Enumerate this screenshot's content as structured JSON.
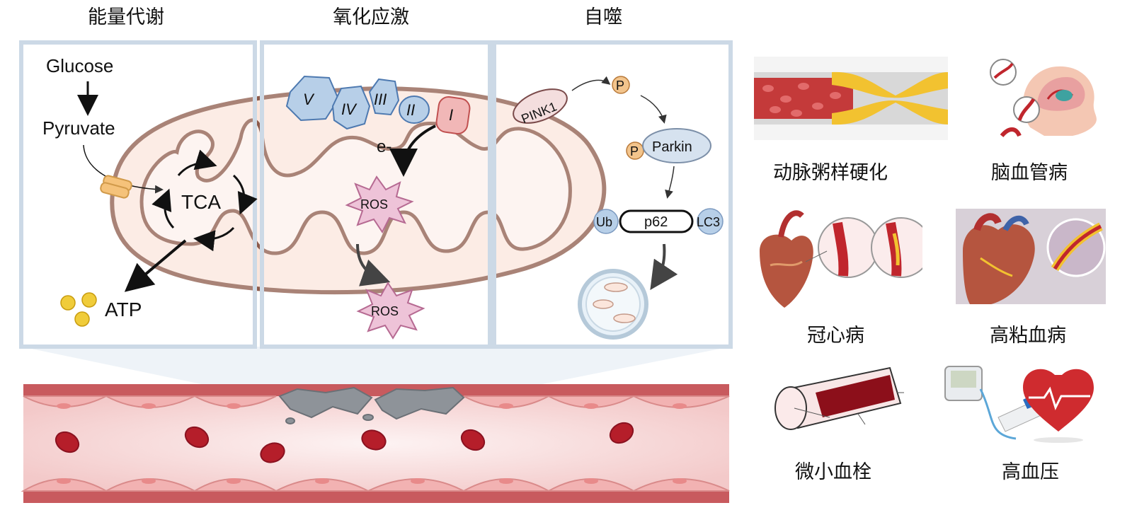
{
  "sections": {
    "energy": "能量代谢",
    "oxidative": "氧化应激",
    "autophagy": "自噬"
  },
  "energy_panel": {
    "glucose": "Glucose",
    "pyruvate": "Pyruvate",
    "tca": "TCA",
    "atp": "ATP"
  },
  "oxidative_panel": {
    "complexes": [
      "V",
      "IV",
      "III",
      "II",
      "I"
    ],
    "electron": "e-",
    "ros_inner": "ROS",
    "ros_outer": "ROS"
  },
  "autophagy_panel": {
    "pink1": "PINK1",
    "p_top": "P",
    "p_parkin": "P",
    "parkin": "Parkin",
    "ub": "Ub",
    "p62": "p62",
    "lc3": "LC3"
  },
  "diseases": {
    "atherosclerosis": "动脉粥样硬化",
    "cerebrovascular": "脑血管病",
    "coronary": "冠心病",
    "hyperviscosity": "高粘血病",
    "microthrombus": "微小血栓",
    "hypertension": "高血压"
  },
  "colors": {
    "panel_border": "#ccd9e6",
    "mito_outer": "#8c5a4a",
    "mito_fill": "#fbe6dc",
    "complex_blue": "#b7cfe8",
    "complex_red": "#f1b7b7",
    "ros_pink": "#eec3d8",
    "vessel": "#e8a3a3"
  }
}
